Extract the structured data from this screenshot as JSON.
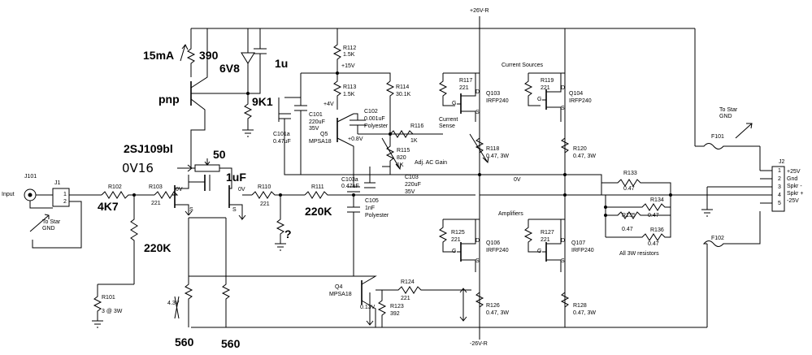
{
  "rails": {
    "pos": "+26V-R",
    "neg": "-26V-R"
  },
  "input": {
    "jack": "J101",
    "conn": "J1",
    "label": "Input",
    "pin1": "1",
    "pin2": "2",
    "gnd": "To Star\nGND"
  },
  "left": {
    "R102": "R102",
    "R102_hand": "4K7",
    "R103": "R103",
    "R103_val": "221",
    "R101": "R101",
    "R101_val": "3 @ 3W",
    "hand_220K": "220K",
    "jfet_hand": "2SJ109bl",
    "ov16": "0V16",
    "pot_hand": "50",
    "uf_hand": "1uF",
    "pnp_hand": "pnp",
    "ma_hand": "15mA",
    "r390_hand": "390",
    "z_hand": "6V8",
    "cap_hand": "1u",
    "r9k1_hand": "9K1",
    "r560a": "560",
    "r560b": "560",
    "ov_a": "0V",
    "ov_b": "0V",
    "s_a": "S",
    "s_b": "S",
    "r43": "4.3V",
    "q": "?"
  },
  "mid": {
    "R110": "R110",
    "R110_val": "221",
    "R111": "R111",
    "R111_hand": "220K",
    "R112": "R112",
    "R112_val": "1.5K",
    "R113": "R113",
    "R113_val": "1.5K",
    "R114": "R114",
    "R114_val": "30.1K",
    "v15": "+15V",
    "v4": "+4V",
    "v08": "+0.8V",
    "C101": "C101",
    "C101_a": "220uF",
    "C101_b": "35V",
    "C101a": "C101a",
    "C101a_val": "0.47uF",
    "C102": "C102",
    "C102_val": "0.001uF",
    "C102_type": "Polyester",
    "Q5": "Q5",
    "Q5_type": "MPSA18",
    "R116": "R116",
    "R116_val": "1K",
    "current_sense": "Current\nSense",
    "R115": "R115",
    "R115_a": "820",
    "R115_b": "1K",
    "adj": "Adj. AC Gain",
    "C103a": "C103a",
    "C103a_val": "0.47uF",
    "C103": "C103",
    "C103_a": "220uF",
    "C103_b": "35V",
    "C105": "C105",
    "C105_a": "1nF",
    "C105_b": "Polyester",
    "Q4": "Q4",
    "Q4_type": "MPSA18",
    "R124": "R124",
    "R124_val": "221",
    "R123": "R123",
    "R123_val": "392",
    "v013": "0.13V",
    "ov": "0V"
  },
  "out": {
    "current_sources": "Current Sources",
    "amplifiers": "Amplifiers",
    "R117": "R117",
    "R117_val": "221",
    "Q103": "Q103",
    "Q103_type": "IRFP240",
    "R119": "R119",
    "R119_val": "221",
    "Q104": "Q104",
    "Q104_type": "IRFP240",
    "R118": "R118",
    "R118_val": "0.47, 3W",
    "R120": "R120",
    "R120_val": "0.47, 3W",
    "R125": "R125",
    "R125_val": "221",
    "Q106": "Q106",
    "Q106_type": "IRFP240",
    "R127": "R127",
    "R127_val": "221",
    "Q107": "Q107",
    "Q107_type": "IRFP240",
    "R126": "R126",
    "R126_val": "0.47, 3W",
    "R128": "R128",
    "R128_val": "0.47, 3W",
    "R133": "R133",
    "R133_val": "0.47",
    "R134": "R134",
    "R134_val": "0.47",
    "R135": "R135",
    "R135_val": "0.47",
    "R136": "R136",
    "R136_val": "0.47",
    "all3w": "All 3W resistors",
    "F101": "F101",
    "F102": "F102",
    "to_star": "To Star\nGND",
    "J2": "J2",
    "pins": [
      "1",
      "2",
      "3",
      "4",
      "5"
    ],
    "pin_names": [
      "+25V",
      "Gnd",
      "Spkr -",
      "Spkr +",
      "-25V"
    ],
    "d": "D",
    "g": "G",
    "s": "S"
  }
}
